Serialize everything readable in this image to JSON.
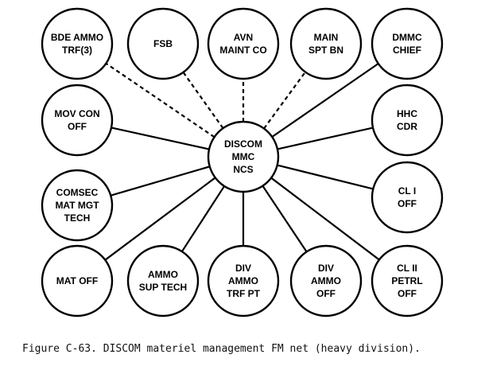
{
  "hub": {
    "id": "hub",
    "lines": [
      "DISCOM",
      "MMC",
      "NCS"
    ]
  },
  "nodes": [
    {
      "id": "bde-ammo",
      "lines": [
        "BDE AMMO",
        "TRF(3)"
      ],
      "link": "dashed"
    },
    {
      "id": "fsb",
      "lines": [
        "FSB"
      ],
      "link": "dashed"
    },
    {
      "id": "avn-maint-co",
      "lines": [
        "AVN",
        "MAINT CO"
      ],
      "link": "dashed"
    },
    {
      "id": "main-spt-bn",
      "lines": [
        "MAIN",
        "SPT BN"
      ],
      "link": "dashed"
    },
    {
      "id": "dmmc-chief",
      "lines": [
        "DMMC",
        "CHIEF"
      ],
      "link": "solid"
    },
    {
      "id": "mov-con-off",
      "lines": [
        "MOV CON",
        "OFF"
      ],
      "link": "solid"
    },
    {
      "id": "hhc-cdr",
      "lines": [
        "HHC",
        "CDR"
      ],
      "link": "solid"
    },
    {
      "id": "comsec",
      "lines": [
        "COMSEC",
        "MAT MGT",
        "TECH"
      ],
      "link": "solid"
    },
    {
      "id": "cl-i-off",
      "lines": [
        "CL I",
        "OFF"
      ],
      "link": "solid"
    },
    {
      "id": "mat-off",
      "lines": [
        "MAT OFF"
      ],
      "link": "solid"
    },
    {
      "id": "ammo-sup-tech",
      "lines": [
        "AMMO",
        "SUP TECH"
      ],
      "link": "solid"
    },
    {
      "id": "div-ammo-trf-pt",
      "lines": [
        "DIV",
        "AMMO",
        "TRF PT"
      ],
      "link": "solid"
    },
    {
      "id": "div-ammo-off",
      "lines": [
        "DIV",
        "AMMO",
        "OFF"
      ],
      "link": "solid"
    },
    {
      "id": "cl-ii-petrl-off",
      "lines": [
        "CL II",
        "PETRL",
        "OFF"
      ],
      "link": "solid"
    }
  ],
  "caption": "Figure C-63. DISCOM materiel management FM net (heavy division)."
}
